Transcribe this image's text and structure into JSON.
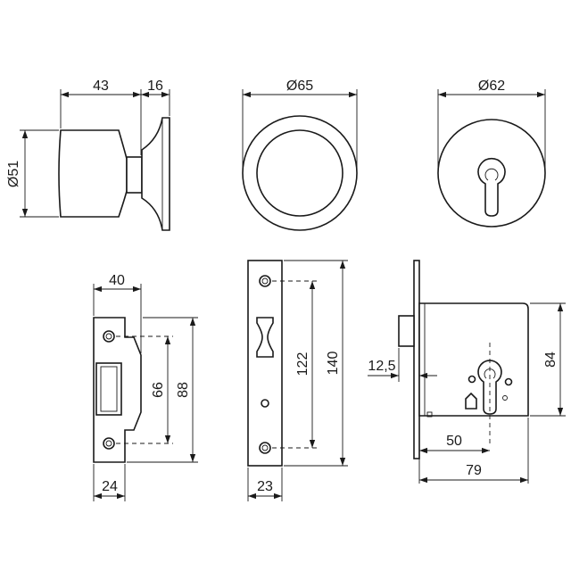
{
  "drawing": {
    "views": {
      "knob_side": {
        "dim_knob_length": "43",
        "dim_rose_depth": "16",
        "dim_knob_diameter": "Ø51"
      },
      "knob_front": {
        "dim_rose_diameter": "Ø65"
      },
      "escutcheon_front": {
        "dim_escutcheon_diameter": "Ø62"
      },
      "strike_plate": {
        "dim_width": "40",
        "dim_hole_spacing": "66",
        "dim_height": "88",
        "dim_bottom_width": "24"
      },
      "faceplate": {
        "dim_hole_spacing": "122",
        "dim_length": "140",
        "dim_width": "23"
      },
      "lock_body": {
        "dim_latch_projection": "12,5",
        "dim_backset": "50",
        "dim_depth": "79",
        "dim_height": "84"
      }
    }
  }
}
